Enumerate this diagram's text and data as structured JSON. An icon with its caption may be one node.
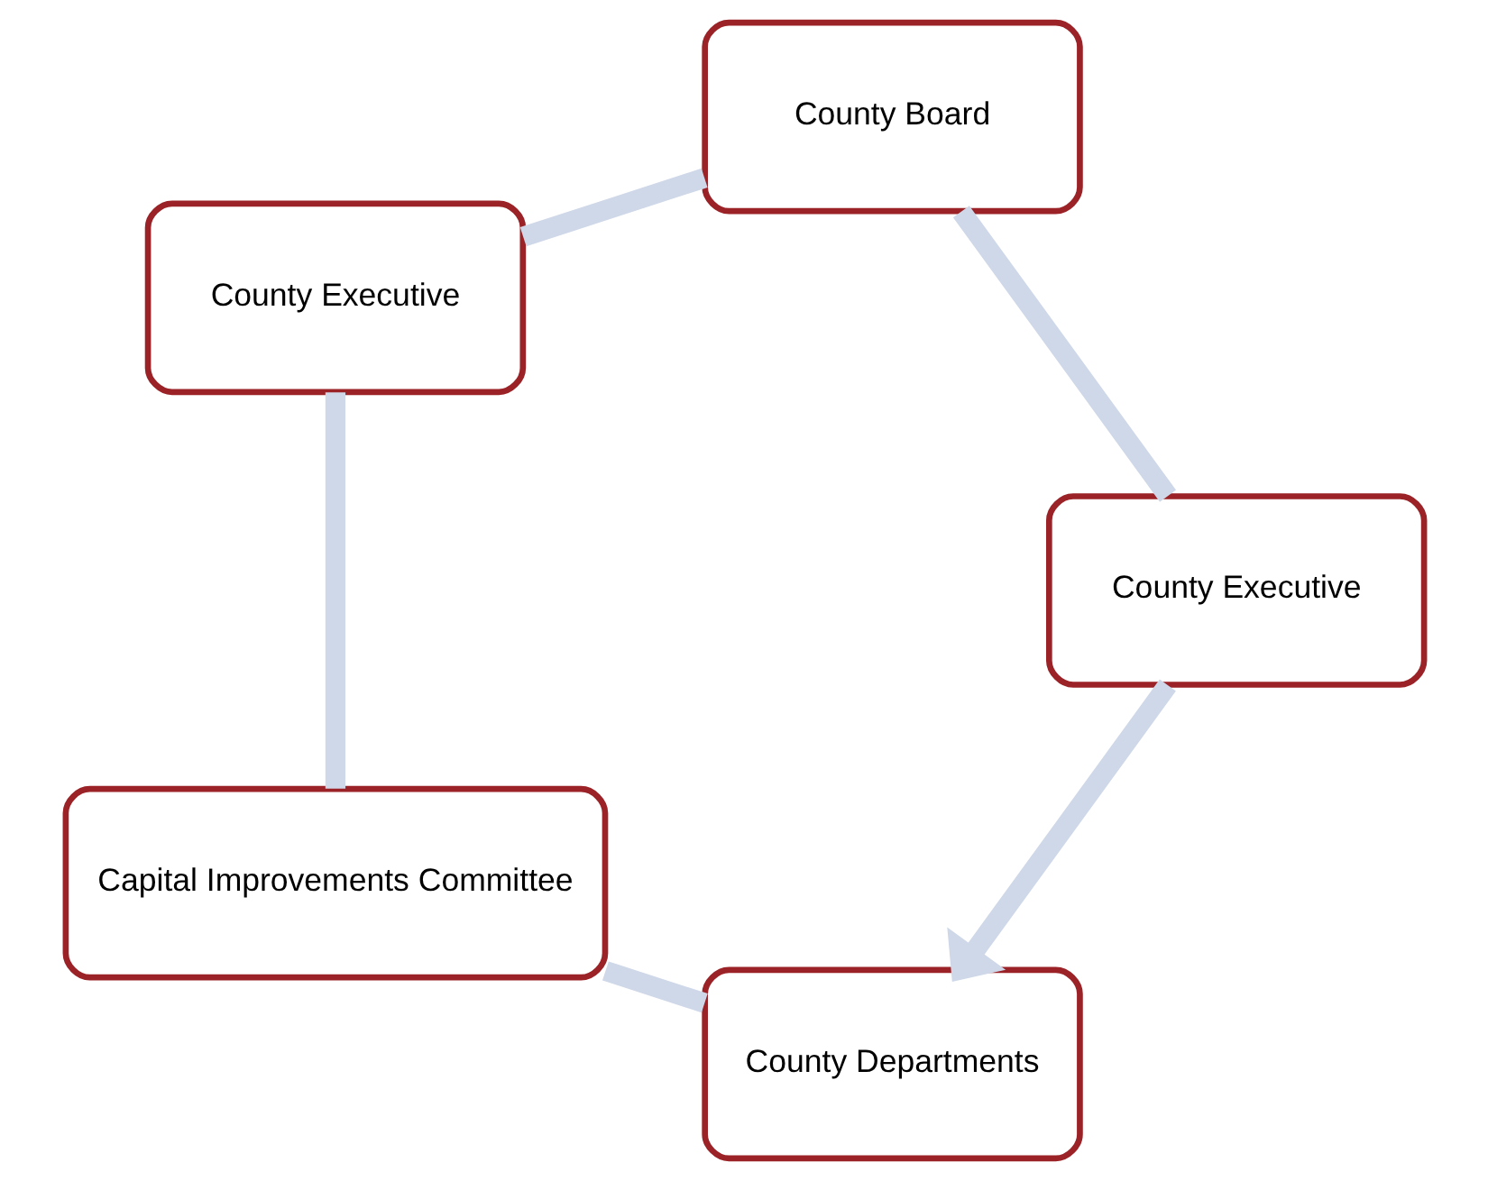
{
  "diagram": {
    "nodes": [
      {
        "text": [
          "County Departments"
        ]
      },
      {
        "text": [
          "Capital Improvements Committee"
        ]
      },
      {
        "text": [
          "County Executive"
        ]
      },
      {
        "text": [
          "County Board"
        ]
      },
      {
        "text": [
          "County Executive"
        ]
      }
    ],
    "edges": [
      {
        "from": 0,
        "to": 1,
        "arrow": "none"
      },
      {
        "from": 1,
        "to": 2,
        "arrow": "none"
      },
      {
        "from": 2,
        "to": 3,
        "arrow": "none"
      },
      {
        "from": 3,
        "to": 4,
        "arrow": "none"
      },
      {
        "from": 4,
        "to": 0,
        "arrow": "to"
      }
    ]
  }
}
